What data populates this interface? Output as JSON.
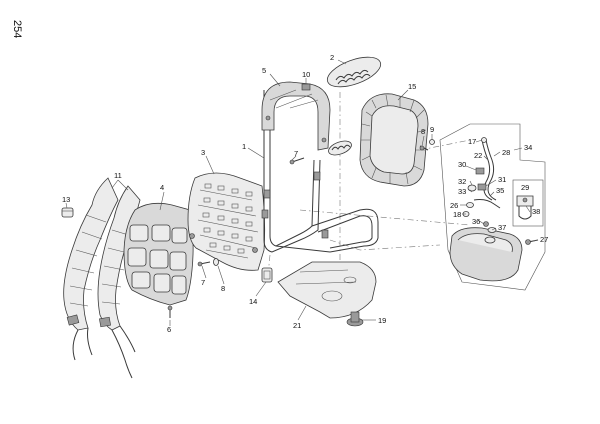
{
  "page_number": "254",
  "callouts": [
    {
      "id": "c1",
      "label": "1"
    },
    {
      "id": "c2",
      "label": "2"
    },
    {
      "id": "c3",
      "label": "3"
    },
    {
      "id": "c4",
      "label": "4"
    },
    {
      "id": "c5",
      "label": "5"
    },
    {
      "id": "c6",
      "label": "6"
    },
    {
      "id": "c7a",
      "label": "7"
    },
    {
      "id": "c7b",
      "label": "7"
    },
    {
      "id": "c8a",
      "label": "8"
    },
    {
      "id": "c8b",
      "label": "8"
    },
    {
      "id": "c9",
      "label": "9"
    },
    {
      "id": "c10",
      "label": "10"
    },
    {
      "id": "c11",
      "label": "11"
    },
    {
      "id": "c13",
      "label": "13"
    },
    {
      "id": "c14",
      "label": "14"
    },
    {
      "id": "c15",
      "label": "15"
    },
    {
      "id": "c17",
      "label": "17"
    },
    {
      "id": "c18",
      "label": "18"
    },
    {
      "id": "c19",
      "label": "19"
    },
    {
      "id": "c21",
      "label": "21"
    },
    {
      "id": "c22",
      "label": "22"
    },
    {
      "id": "c26",
      "label": "26"
    },
    {
      "id": "c27",
      "label": "27"
    },
    {
      "id": "c28",
      "label": "28"
    },
    {
      "id": "c29",
      "label": "29"
    },
    {
      "id": "c30",
      "label": "30"
    },
    {
      "id": "c31",
      "label": "31"
    },
    {
      "id": "c32",
      "label": "32"
    },
    {
      "id": "c33",
      "label": "33"
    },
    {
      "id": "c34",
      "label": "34"
    },
    {
      "id": "c35",
      "label": "35"
    },
    {
      "id": "c36",
      "label": "36"
    },
    {
      "id": "c37",
      "label": "37"
    },
    {
      "id": "c38",
      "label": "38"
    }
  ]
}
